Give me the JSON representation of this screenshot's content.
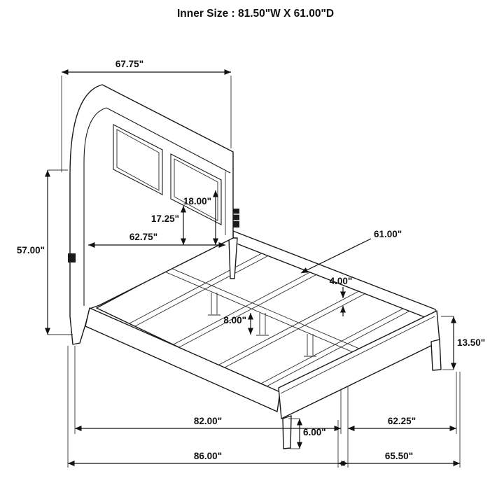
{
  "title": "Inner Size : 81.50\"W X 61.00\"D",
  "dimensions": {
    "headboard_width": "67.75\"",
    "headboard_height": "57.00\"",
    "inner_headboard_width": "62.75\"",
    "panel_height_small": "17.25\"",
    "panel_height_large": "18.00\"",
    "slat_length": "61.00\"",
    "slat_width": "4.00\"",
    "center_leg_height": "8.00\"",
    "footboard_height": "13.50\"",
    "footboard_leg_height": "6.00\"",
    "inner_length": "82.00\"",
    "overall_length": "86.00\"",
    "inner_width": "62.25\"",
    "overall_width": "65.50\""
  }
}
